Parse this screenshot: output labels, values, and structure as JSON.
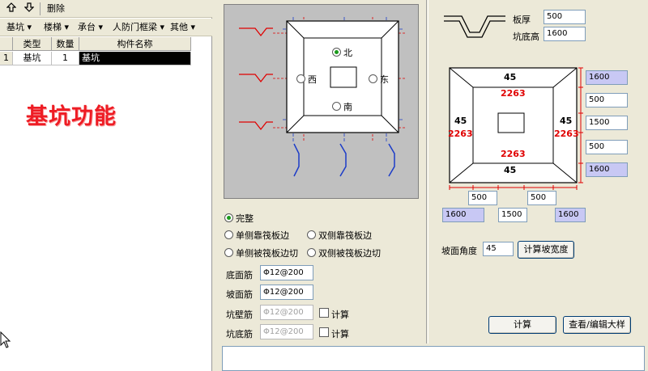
{
  "toolbar": {
    "up_icon": "arrow-up-icon",
    "down_icon": "arrow-down-icon",
    "delete_label": "删除"
  },
  "menus": [
    {
      "label": "基坑 ▾"
    },
    {
      "label": "楼梯 ▾"
    },
    {
      "label": "承台 ▾"
    },
    {
      "label": "人防门框梁 ▾"
    },
    {
      "label": "其他 ▾"
    }
  ],
  "grid": {
    "headers": [
      "类型",
      "数量",
      "构件名称"
    ],
    "rows": [
      {
        "index": "1",
        "type": "基坑",
        "qty": "1",
        "name": "基坑"
      }
    ]
  },
  "feature_label": "基坑功能",
  "preview": {
    "north": "北",
    "south": "南",
    "west": "西",
    "east": "东"
  },
  "options": {
    "complete": "完整",
    "single_near": "单侧靠筏板边",
    "double_near": "双侧靠筏板边",
    "single_cut": "单侧被筏板边切",
    "double_cut": "双侧被筏板边切"
  },
  "rebar": {
    "bottom_label": "底面筋",
    "bottom_value": "Φ12@200",
    "slope_label": "坡面筋",
    "slope_value": "Φ12@200",
    "wall_label": "坑壁筋",
    "wall_value": "Φ12@200",
    "pitbottom_label": "坑底筋",
    "pitbottom_value": "Φ12@200",
    "calc_label": "计算"
  },
  "top_params": {
    "thick_label": "板厚",
    "thick_value": "500",
    "height_label": "坑底高",
    "height_value": "1600"
  },
  "drawing": {
    "top_angle": "45",
    "bottom_angle": "45",
    "left_angle": "45",
    "right_angle": "45",
    "top_dim": "2263",
    "bottom_dim": "2263",
    "left_dim": "2263",
    "right_dim": "2263"
  },
  "dims_right": [
    "1600",
    "500",
    "1500",
    "500",
    "1600"
  ],
  "dims_bottom_row1": [
    "500",
    "500"
  ],
  "dims_bottom_row2": [
    "1600",
    "1500",
    "1600"
  ],
  "slope": {
    "label": "坡面角度",
    "value": "45",
    "button": "计算坡宽度"
  },
  "buttons": {
    "calc": "计算",
    "view": "查看/编辑大样"
  },
  "colors": {
    "accent_red": "#ee1c24",
    "dim_red": "#e00000",
    "blue": "#1c3cc8",
    "highlight": "#c8c8f4"
  }
}
